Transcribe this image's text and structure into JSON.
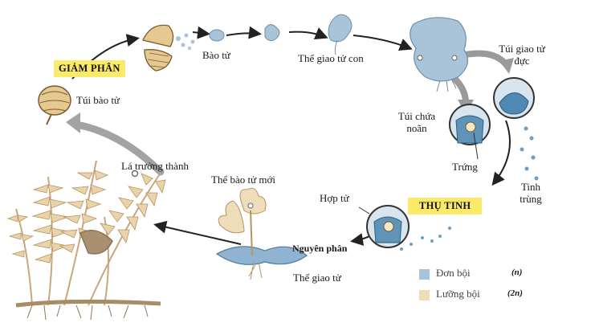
{
  "labels": {
    "meiosis": "GIẢM PHÂN",
    "sporangium": "Túi bào tử",
    "spore": "Bào tử",
    "gametophyte_young": "Thể giao tử con",
    "antheridium": "Túi giao tử đực",
    "archegonium": "Túi chứa noãn",
    "egg": "Trứng",
    "sperm": "Tinh trùng",
    "fertilization": "THỤ TINH",
    "zygote": "Hợp tử",
    "mitosis": "Nguyên phân",
    "gametophyte": "Thể giao tử",
    "new_sporophyte": "Thể bào tử mới",
    "mature_frond": "Lá trưởng thành"
  },
  "legend": {
    "haploid_label": "Đơn bội",
    "haploid_symbol": "(n)",
    "diploid_label": "Lưỡng bội",
    "diploid_symbol": "(2n)",
    "haploid_color": "#a9c3d8",
    "diploid_color": "#eedcbb"
  }
}
